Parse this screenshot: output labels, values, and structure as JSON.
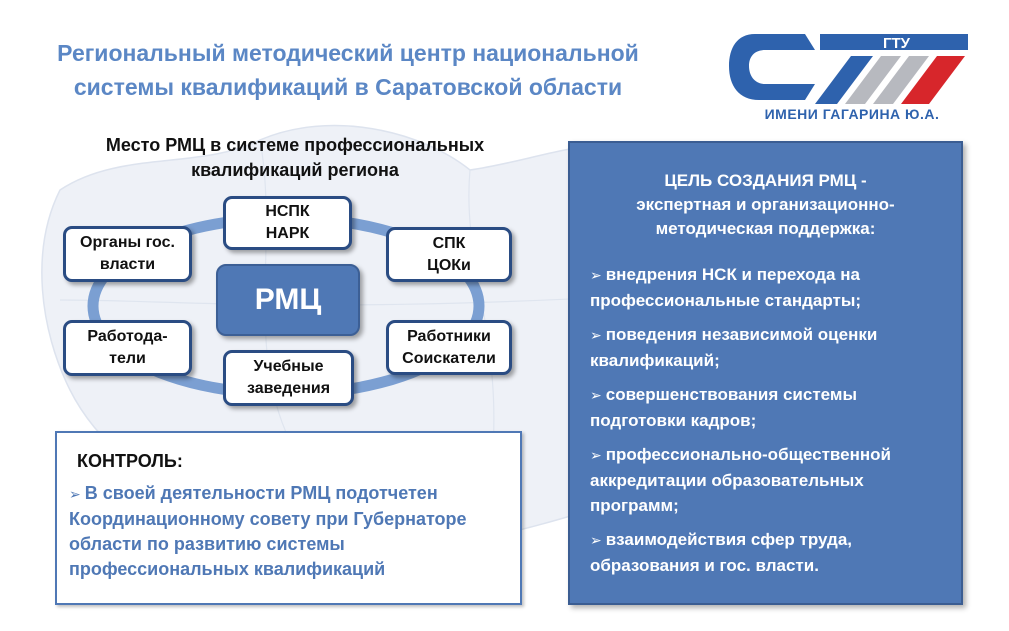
{
  "header": {
    "title_line1": "Региональный методический центр национальной",
    "title_line2": "системы квалификаций в Саратовской области"
  },
  "logo": {
    "mark": "СГТУ",
    "caption": "ИМЕНИ ГАГАРИНА Ю.А.",
    "colors": {
      "blue": "#2e62ad",
      "red": "#d7262b",
      "gray": "#b7b9bf"
    }
  },
  "diagram": {
    "subtitle_line1": "Место РМЦ в системе профессиональных",
    "subtitle_line2": "квалификаций региона",
    "center": "РМЦ",
    "nodes": {
      "nspk_line1": "НСПК",
      "nspk_line2": "НАРК",
      "organs_line1": "Органы гос.",
      "organs_line2": "власти",
      "spk_line1": "СПК",
      "spk_line2": "ЦОКи",
      "employers_line1": "Работода-",
      "employers_line2": "тели",
      "schools_line1": "Учебные",
      "schools_line2": "заведения",
      "workers_line1": "Работники",
      "workers_line2": "Соискатели"
    }
  },
  "control": {
    "title": "КОНТРОЛЬ:",
    "text": "В своей деятельности РМЦ подотчетен Координационному совету при Губернаторе области по развитию системы профессиональных квалификаций"
  },
  "goal": {
    "heading_line1": "ЦЕЛЬ СОЗДАНИЯ РМЦ -",
    "heading_line2": "экспертная и организационно-",
    "heading_line3": "методическая поддержка:",
    "items": [
      "внедрения НСК и перехода на профессиональные стандарты;",
      "поведения независимой оценки квалификаций;",
      "совершенствования системы подготовки кадров;",
      "профессионально-общественной аккредитации образовательных программ;",
      "взаимодействия сфер труда, образования и гос. власти."
    ]
  },
  "colors": {
    "title_blue": "#5b87c5",
    "box_blue": "#4f78b5",
    "node_border": "#2a4c83"
  }
}
